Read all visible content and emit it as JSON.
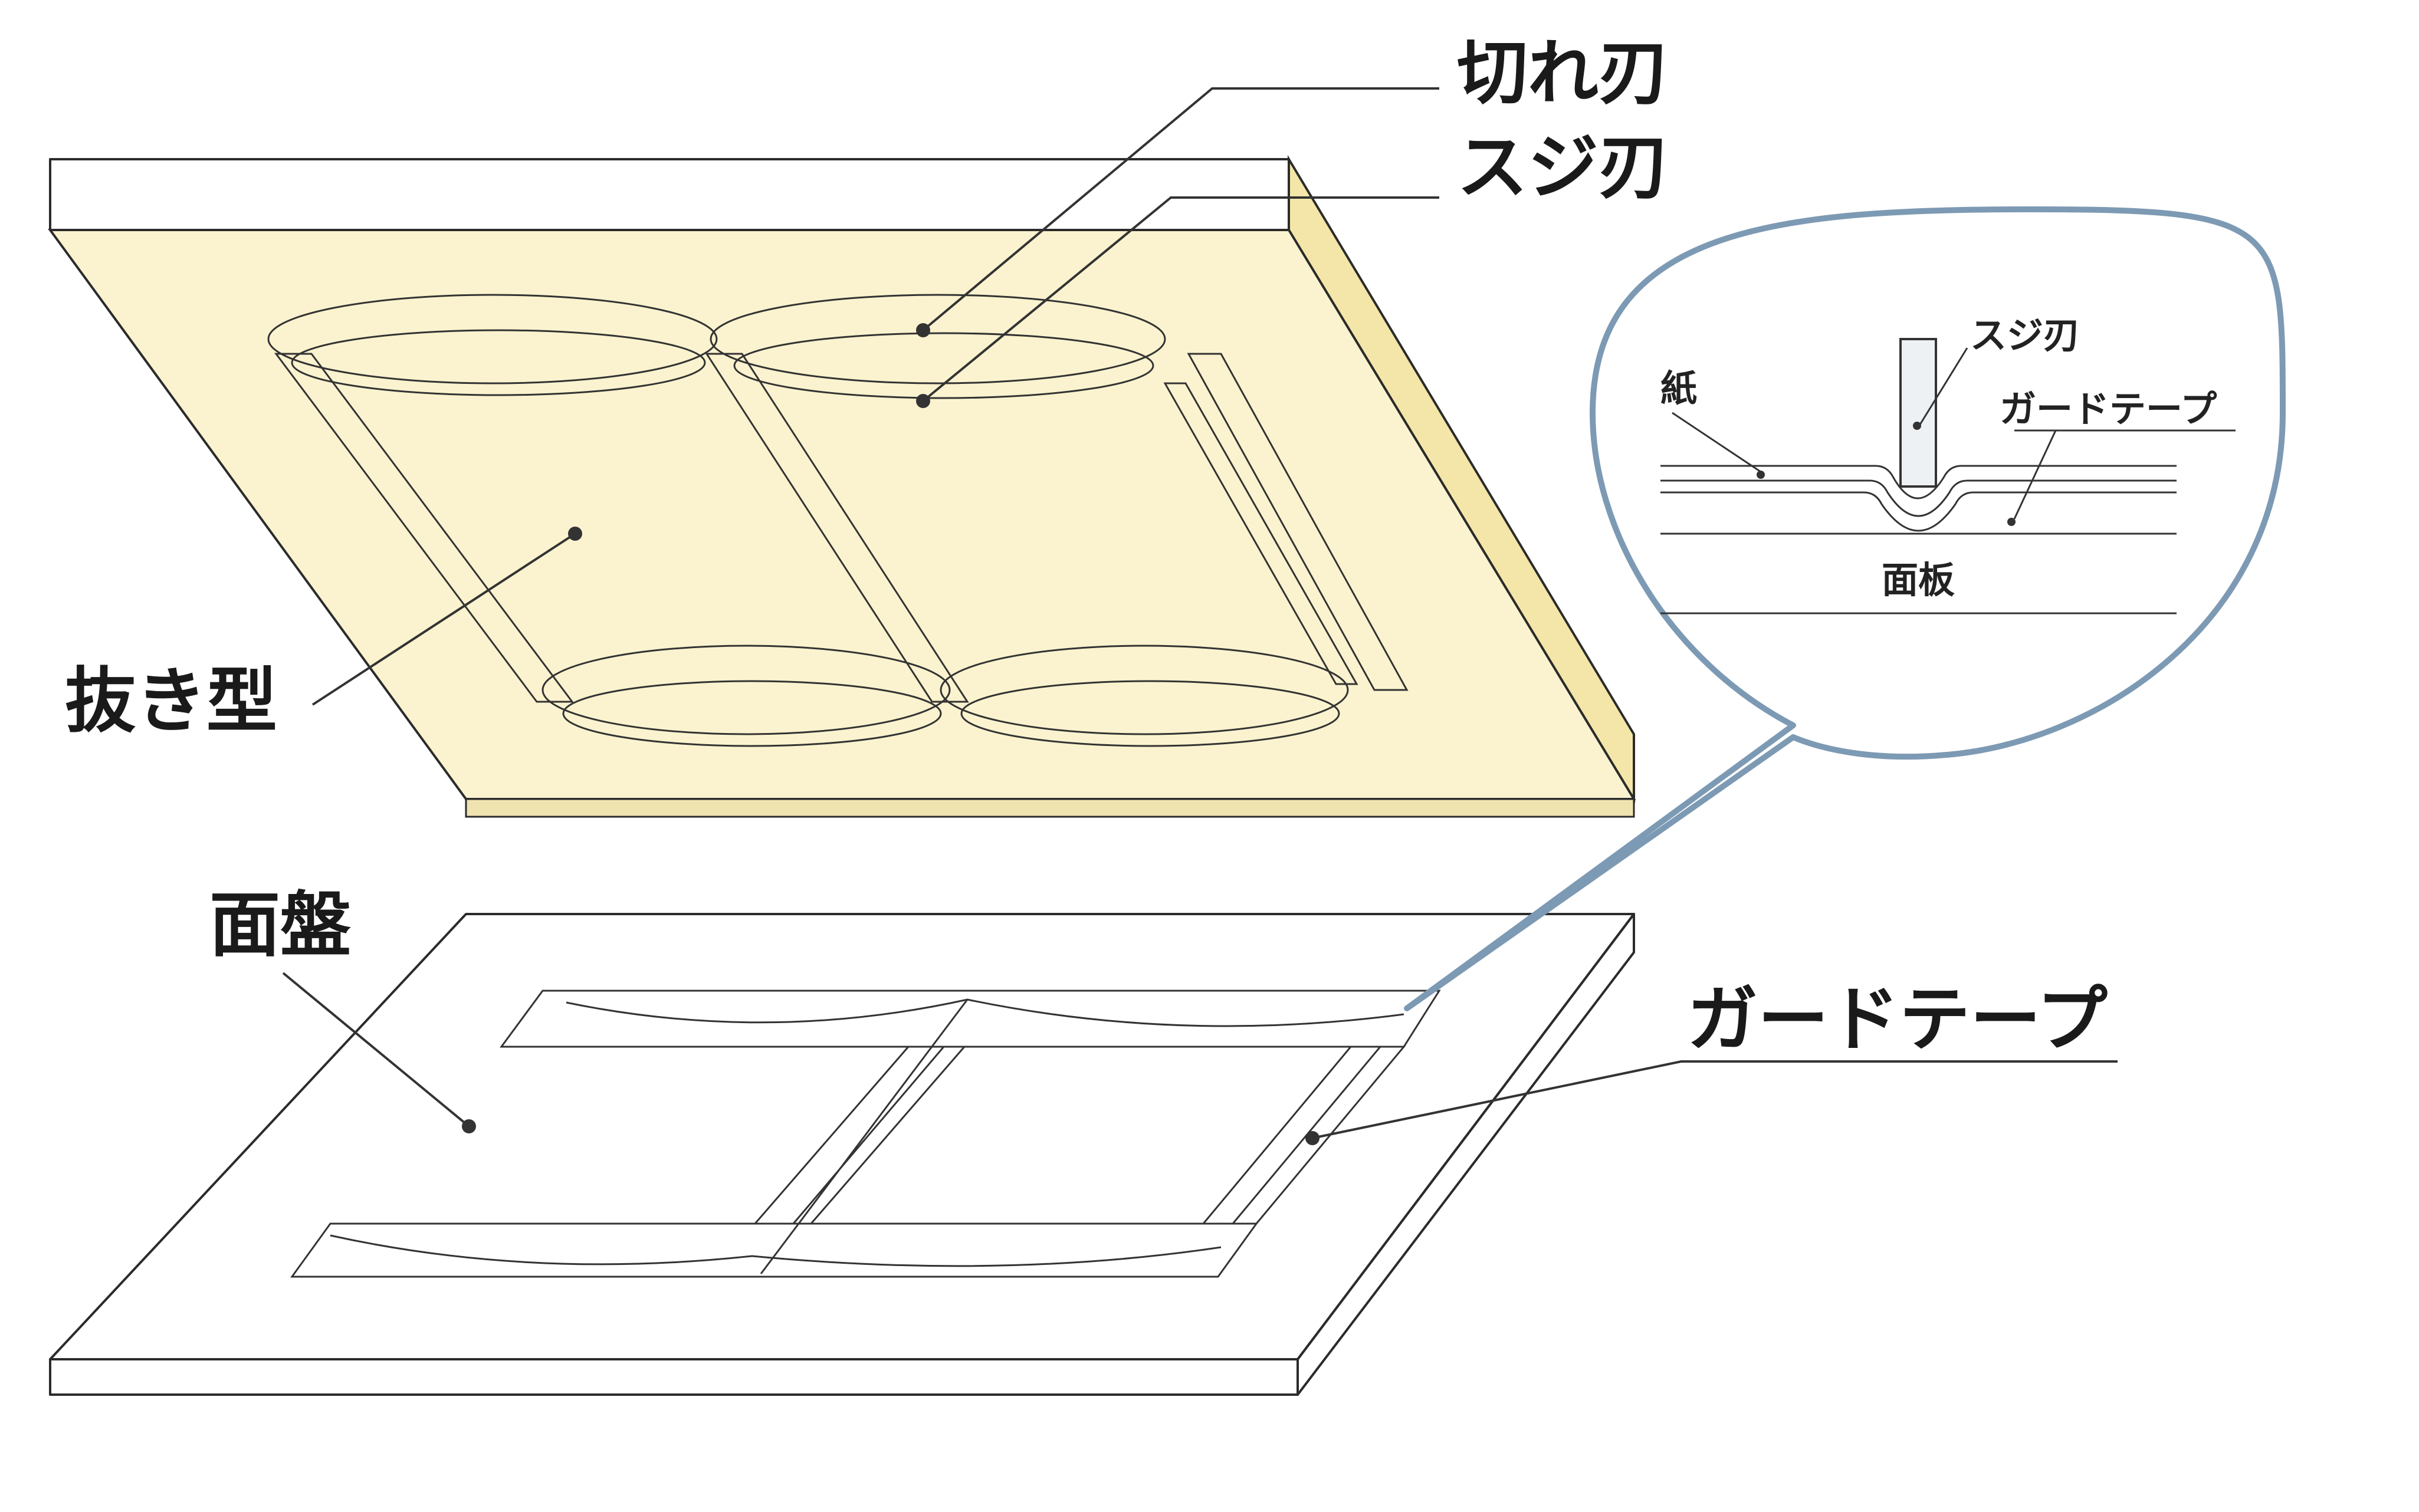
{
  "labels": {
    "kireba": "切れ刃",
    "sujiba": "スジ刃",
    "nukigata": "抜き型",
    "menban": "面盤",
    "guard_tape": "ガードテープ"
  },
  "detail": {
    "sujiba": "スジ刃",
    "kami": "紙",
    "guard_tape": "ガードテープ",
    "menita": "面板"
  },
  "colors": {
    "die_board": "#fbf3cf",
    "die_side": "#f4e6a8",
    "blade": "#d6dbe0",
    "callout_stroke": "#7d9ab4",
    "base_plate": "#ffffff"
  }
}
